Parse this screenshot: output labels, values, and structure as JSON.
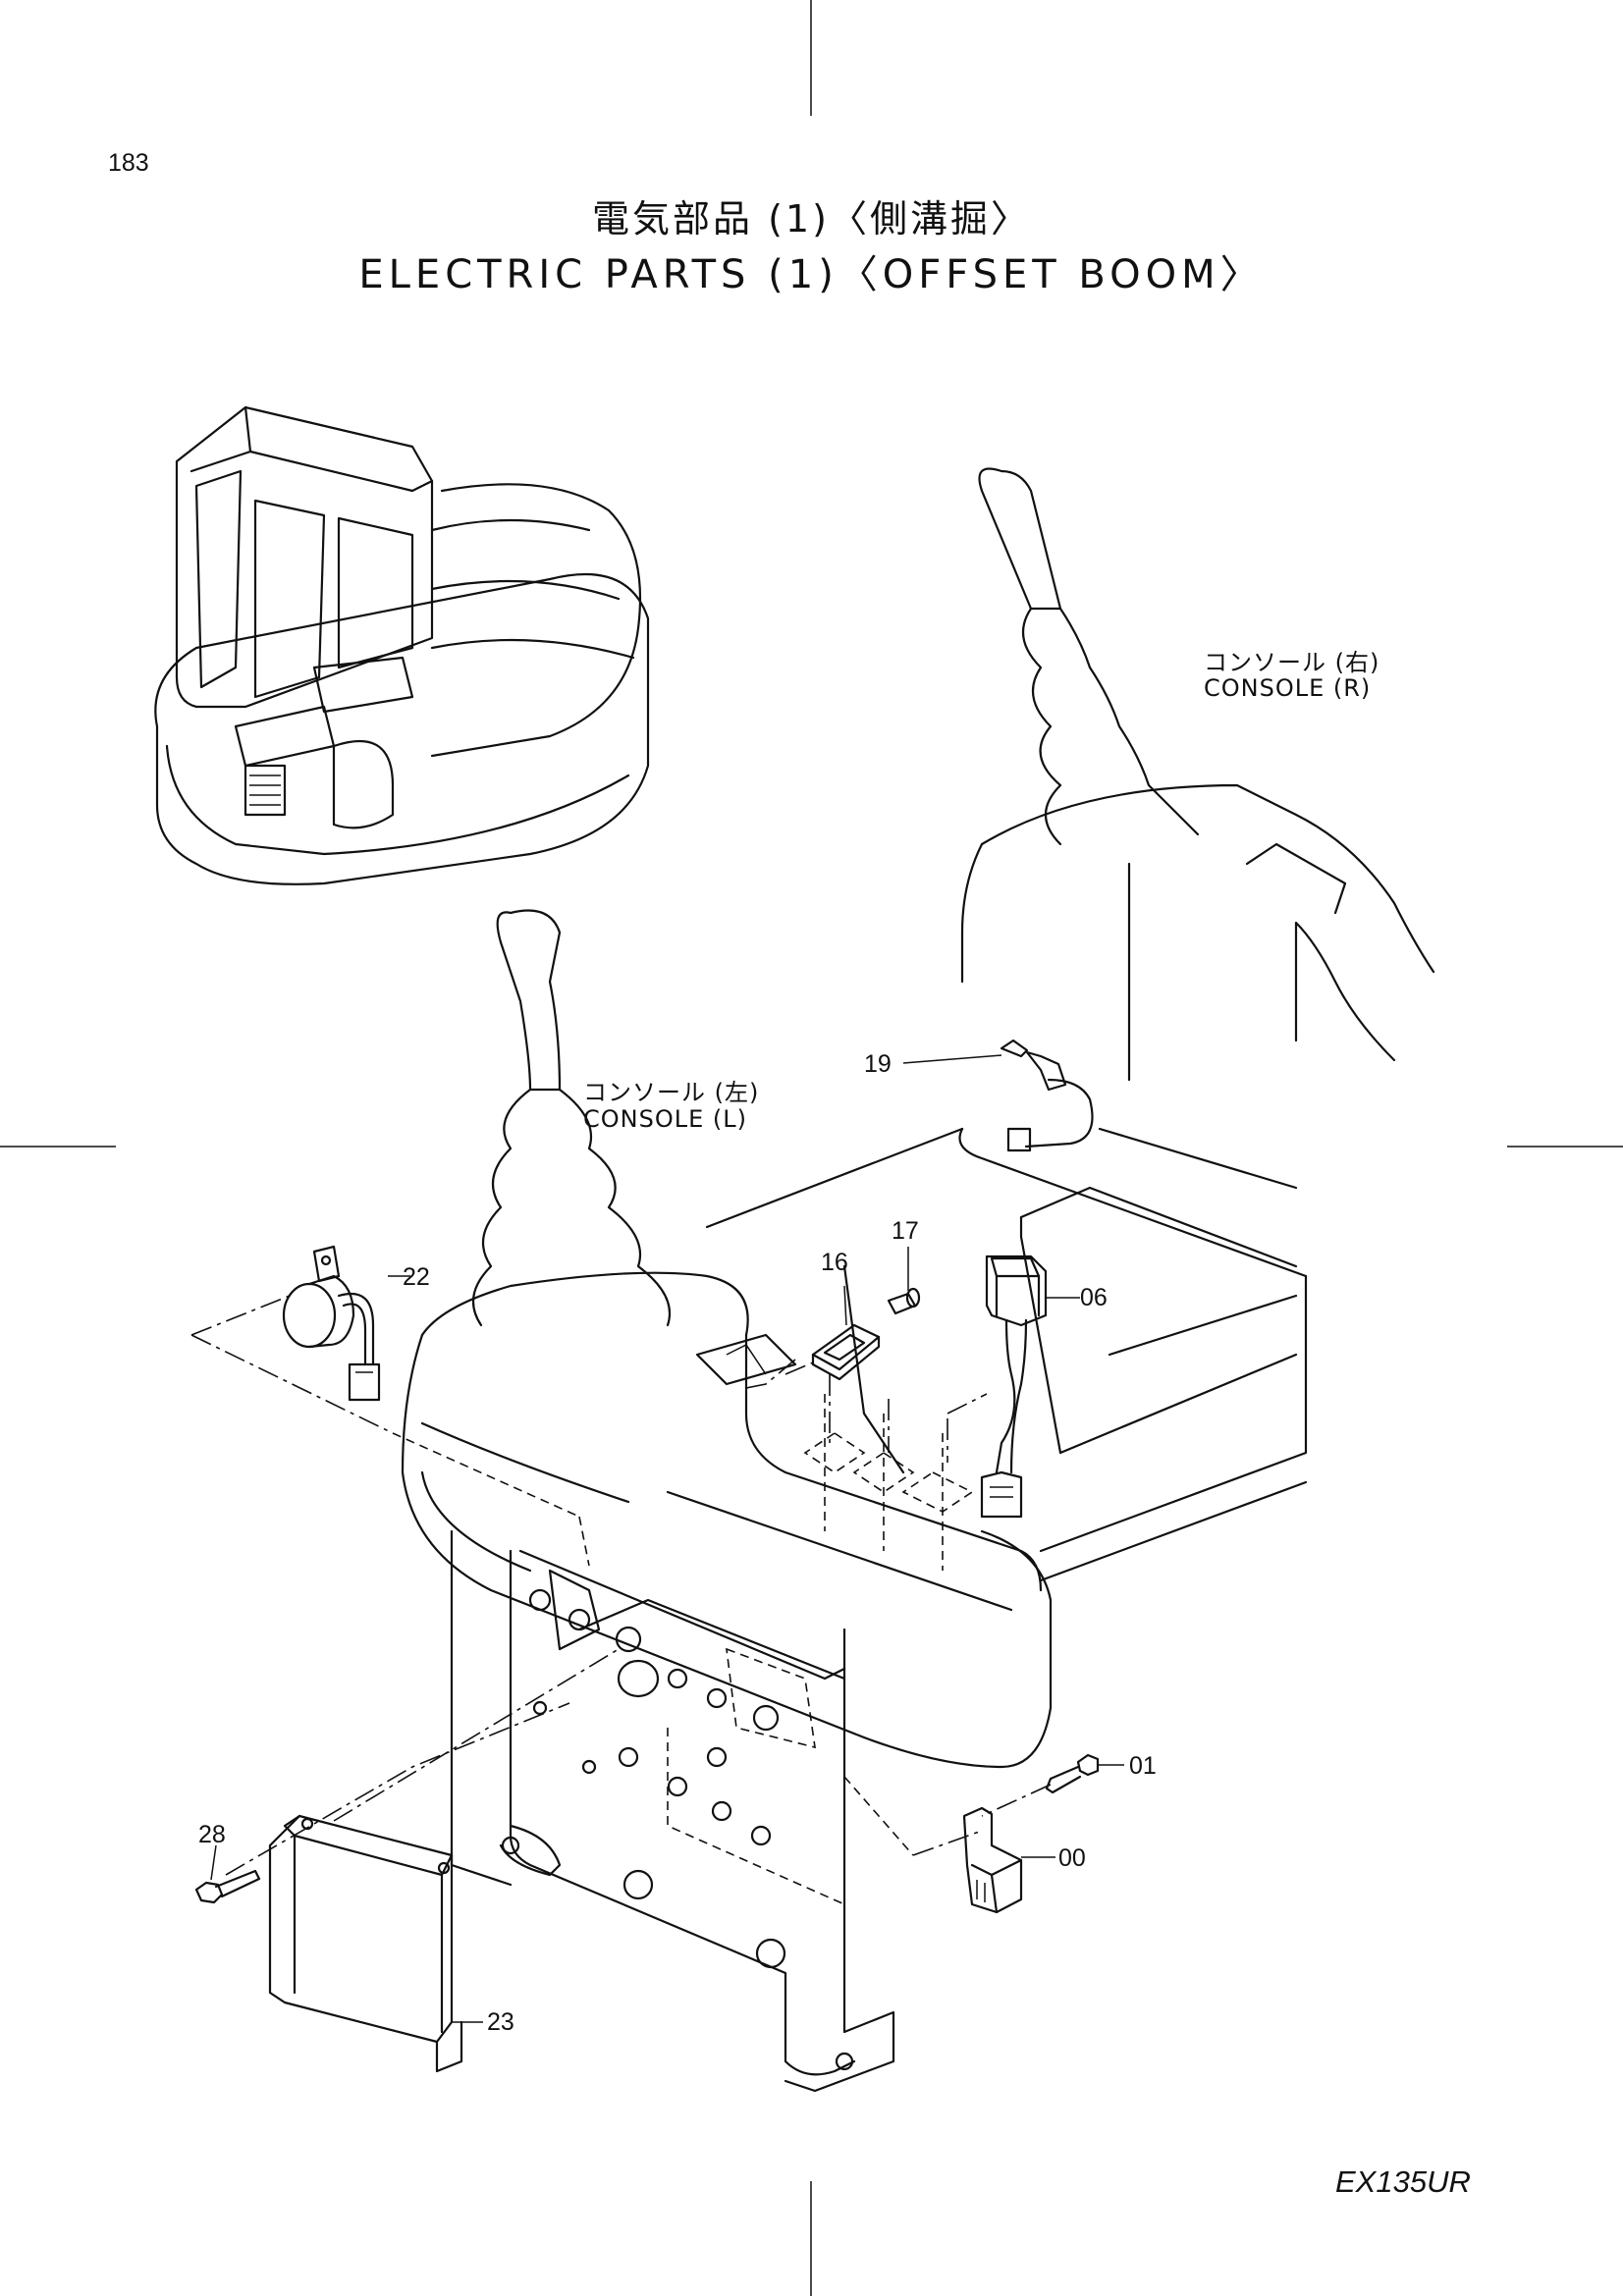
{
  "page_number": "183",
  "title_jp": "電気部品 (1)〈側溝掘〉",
  "title_en": "ELECTRIC PARTS (1)〈OFFSET BOOM〉",
  "labels": {
    "console_r_jp": "コンソール (右)",
    "console_r_en": "CONSOLE (R)",
    "console_l_jp": "コンソール (左)",
    "console_l_en": "CONSOLE (L)"
  },
  "callouts": {
    "c19": "19",
    "c16": "16",
    "c17": "17",
    "c06": "06",
    "c22": "22",
    "c01": "01",
    "c00": "00",
    "c28": "28",
    "c23": "23"
  },
  "model": "EX135UR"
}
